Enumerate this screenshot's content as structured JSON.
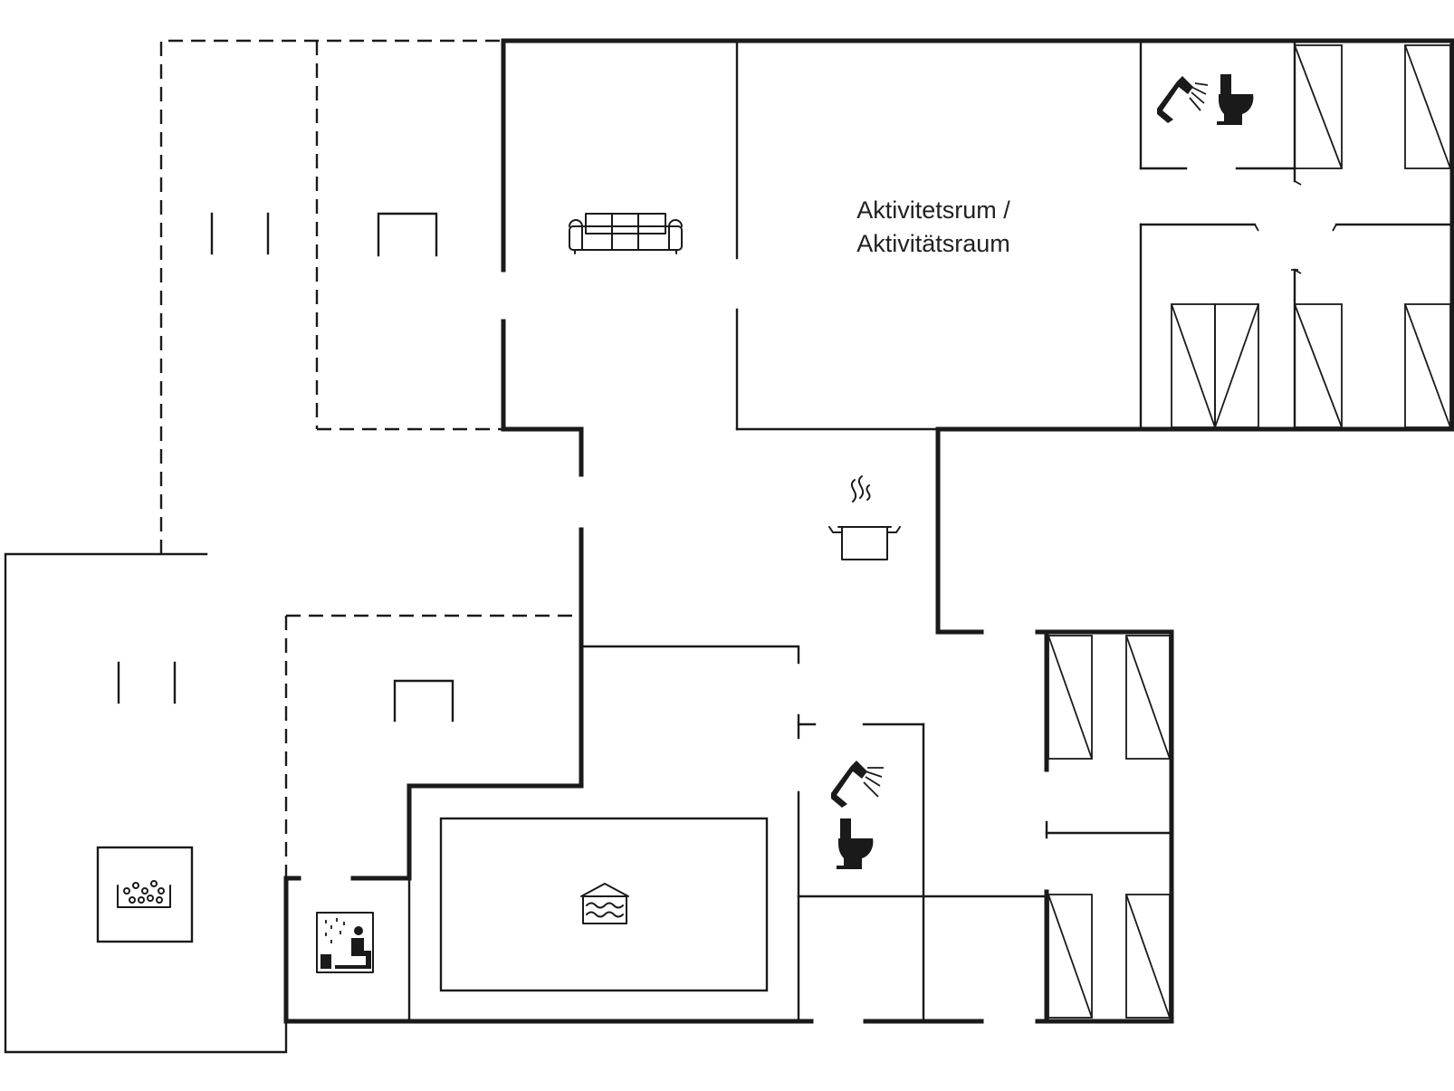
{
  "floorplan": {
    "rooms": [
      {
        "id": "activity-room",
        "label_line1": "Aktivitetsrum /",
        "label_line2": "Aktivitätsraum"
      }
    ],
    "icons": [
      {
        "room": "bathroom-top",
        "names": [
          "shower-icon",
          "toilet-icon"
        ]
      },
      {
        "room": "living-room",
        "names": [
          "sofa-icon"
        ]
      },
      {
        "room": "kitchen",
        "names": [
          "cooking-pot-icon"
        ]
      },
      {
        "room": "bathroom-lower",
        "names": [
          "shower-icon",
          "toilet-icon"
        ]
      },
      {
        "room": "pool-room",
        "names": [
          "swimming-pool-icon"
        ]
      },
      {
        "room": "sauna",
        "names": [
          "sauna-icon"
        ]
      },
      {
        "room": "terrace",
        "names": [
          "hot-tub-icon"
        ]
      }
    ],
    "line_color": "#1a1a1a",
    "background": "#ffffff"
  }
}
